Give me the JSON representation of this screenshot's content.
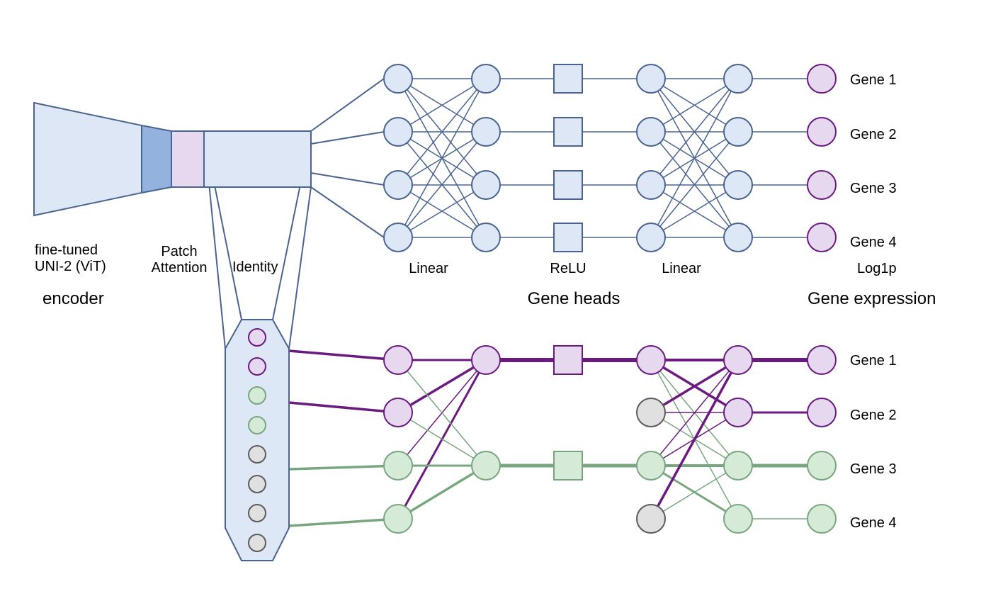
{
  "colors": {
    "blue_stroke": "#4a6491",
    "blue_fill": "#dde7f5",
    "blue_dark_fill": "#93b3de",
    "purple_stroke": "#6b1a80",
    "purple_fill": "#e6d8ef",
    "green_stroke": "#78a77f",
    "green_fill": "#d6ead8",
    "gray_stroke": "#5b5b5b",
    "gray_fill": "#e0e0e0"
  },
  "encoder": {
    "vit_label": "fine-tuned\nUNI-2 (ViT)",
    "patch_attention_label": "Patch\nAttention",
    "identity_label": "Identity",
    "section_title": "encoder"
  },
  "gene_heads": {
    "layer_labels": [
      "Linear",
      "ReLU",
      "Linear"
    ],
    "section_title": "Gene heads"
  },
  "gene_expression": {
    "activation_label": "Log1p",
    "section_title": "Gene expression"
  },
  "top_outputs": [
    "Gene 1",
    "Gene 2",
    "Gene 3",
    "Gene 4"
  ],
  "bottom_outputs": [
    "Gene 1",
    "Gene 2",
    "Gene 3",
    "Gene 4"
  ]
}
